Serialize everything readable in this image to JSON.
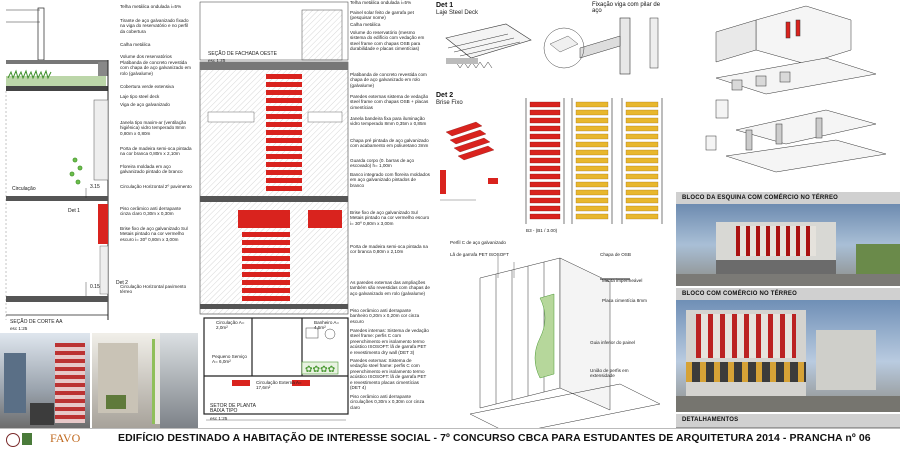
{
  "section_cut": {
    "notes": [
      "Telha metálica ondulada i=5%",
      "Tirante de aço galvanizado fixado na viga do reservatório e no perfil da cobertura",
      "Calha metálica",
      "Volume dos reservatórios",
      "Platibanda de concreto revestida com chapa de aço galvanizado em rolo (galvalume)",
      "Cobertura verde extensiva",
      "Laje tipo steel deck",
      "Viga de aço galvanizado",
      "Janela tipo maxim-ar (ventilação higiênica) vidro temperado 8mm 0,80m x 0,80m",
      "Porta de madeira semi-oca pintada na cor branca 0,80m x 2,10m",
      "Floreira moldada em aço galvanizado pintado de branco",
      "Circulação Horizontal 2º pavimento",
      "Piso cerâmico anti derrapante cinza claro 0,30m x 0,30m",
      "Brise fixo de aço galvanizado Sul Metais pintado na cor vermelho escuro i= 30º 0,80m x 3,00m",
      "Circulação Horizontal pavimento térreo"
    ],
    "labels": {
      "circ": "Circulação",
      "det1": "Det 1",
      "det2": "Det 2",
      "dim1": "3.15",
      "dim2": "0.15"
    },
    "title": "SEÇÃO DE CORTE AA",
    "scale": "esc 1:25"
  },
  "facade": {
    "title": "SEÇÃO DE FACHADA OESTE",
    "scale": "esc 1:25",
    "notes": [
      "Telha metálica ondulada i=5%",
      "Painel solar feito de garrafa pet (pesquisar nome)",
      "Calha metálica",
      "Volume do reservatório (mesmo sistema do edifício com vedação em steel frame com chapas OSB para durabilidade e placas cimentícias)",
      "Platibanda de concreto revestida com chapa de aço galvanizado em rolo (galvalume)",
      "Paredes externas sistema de vedação steel frame com chapas OSB + placas cimentícias",
      "Janela bandeira fixa para iluminação vidro temperado 8mm 0,35m x 0,85m",
      "Chapa pré pintada de aço galvanizado com acabamento em poliuretano 3mm",
      "Guarda corpo (0. barras de aço escovado) h= 1,00m",
      "Banco integrado com floreira moldados em aço galvanizado pintados de branco",
      "Brise fixo de aço galvanizado Sul Metais pintado na cor vermelho escuro i= 30º 0,80m x 3,00m",
      "Porta de madeira semi-oca pintada na cor branca 0,80m x 2,10m",
      "As paredes externas das ampliações também são revestidas com chapas de aço galvanizado em rolo (galvalume)",
      "Piso cerâmico anti derrapante banheiro 0,20m x 0,20m cor cinza escuro",
      "Paredes internas: Sistema de vedação steel frame: perfis C com preenchimento em isolamento termo acústico ISOSOFT: lã de garrafa PET e revestimento dry wall (DET 3)",
      "Paredes externas: Sistema de vedação steel frame: perfis C com preenchimento em isolamento termo acústico ISOSOFT: lã de garrafa PET e revestimento placas cimentícias (DET 4)",
      "Piso cerâmico anti derrapante circulações 0,30m x 0,30m cor cinza claro"
    ],
    "plan": {
      "circ": "Circulação A= 2,0m²",
      "banheiro": "Banheiro A= 4,5m²",
      "servico": "Pequeno Serviço A= 6,0m²",
      "circ_ext": "Circulação Externa A= 17,6m²",
      "title": "SETOR DE PLANTA BAIXA TIPO",
      "scale": "esc 1:25"
    }
  },
  "details": {
    "det1_title": "Det 1",
    "det1_sub": "Laje Steel Deck",
    "det2_title": "Det 2",
    "det2_sub": "Brise Fixo",
    "fix_title": "Fixação viga com pilar de aço",
    "elev_label": "B3 - (B1 / 3.00)",
    "wall_notes": [
      "Perfil C de aço galvanizado",
      "Lã de garrafa PET ISOSOFT",
      "Chapa de OSB",
      "Manta impermeável",
      "Placa cimentícia 8mm",
      "Guia inferior do painel",
      "União de perfis em extensidade"
    ]
  },
  "renders": {
    "band1": "BLOCO DA ESQUINA COM COMÉRCIO NO TÉRREO",
    "band2": "BLOCO COM COMÉRCIO NO TÉRREO",
    "band3": "DETALHAMENTOS"
  },
  "footer": {
    "logo": "FAVO",
    "title": "EDIFÍCIO DESTINADO A HABITAÇÃO DE INTERESSE SOCIAL - 7º CONCURSO CBCA PARA ESTUDANTES DE ARQUITETURA 2014 - PRANCHA nº 06"
  },
  "colors": {
    "brise_red": "#d9231e",
    "brise_yellow": "#e8b72e",
    "band_gray": "#d0d0d0",
    "green": "#5aa33a"
  }
}
